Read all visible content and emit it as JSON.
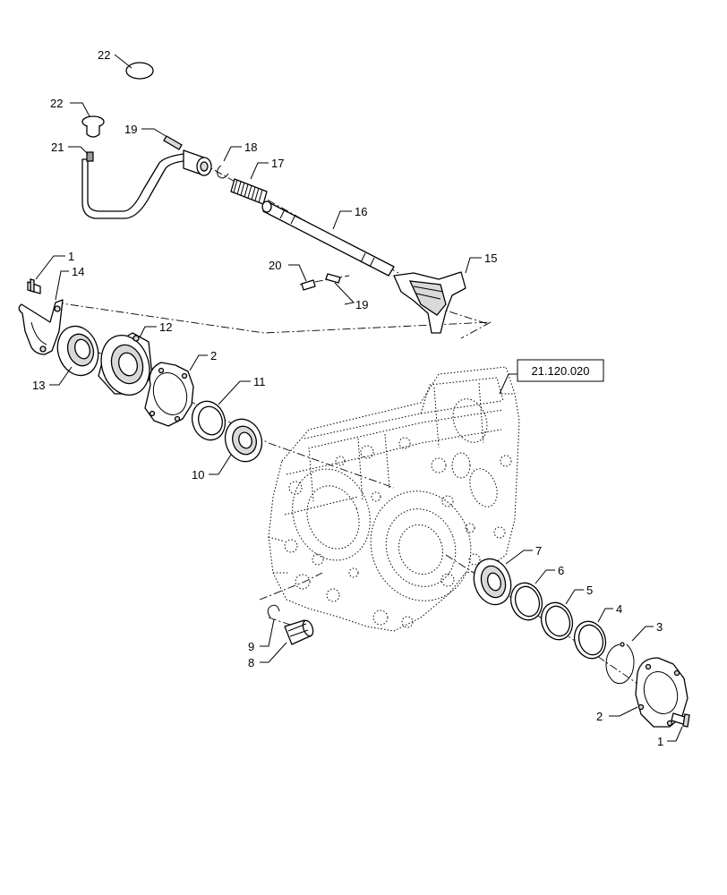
{
  "callouts": [
    {
      "id": "c22a",
      "label": "22"
    },
    {
      "id": "c22b",
      "label": "22"
    },
    {
      "id": "c19a",
      "label": "19"
    },
    {
      "id": "c21",
      "label": "21"
    },
    {
      "id": "c18",
      "label": "18"
    },
    {
      "id": "c17",
      "label": "17"
    },
    {
      "id": "c16",
      "label": "16"
    },
    {
      "id": "c15",
      "label": "15"
    },
    {
      "id": "c20",
      "label": "20"
    },
    {
      "id": "c19b",
      "label": "19"
    },
    {
      "id": "c1a",
      "label": "1"
    },
    {
      "id": "c14",
      "label": "14"
    },
    {
      "id": "c12",
      "label": "12"
    },
    {
      "id": "c2a",
      "label": "2"
    },
    {
      "id": "c13",
      "label": "13"
    },
    {
      "id": "c11",
      "label": "11"
    },
    {
      "id": "c10",
      "label": "10"
    },
    {
      "id": "c7",
      "label": "7"
    },
    {
      "id": "c6",
      "label": "6"
    },
    {
      "id": "c5",
      "label": "5"
    },
    {
      "id": "c4",
      "label": "4"
    },
    {
      "id": "c3",
      "label": "3"
    },
    {
      "id": "c9",
      "label": "9"
    },
    {
      "id": "c8",
      "label": "8"
    },
    {
      "id": "c2b",
      "label": "2"
    },
    {
      "id": "c1b",
      "label": "1"
    }
  ],
  "reference": {
    "label": "21.120.020"
  }
}
